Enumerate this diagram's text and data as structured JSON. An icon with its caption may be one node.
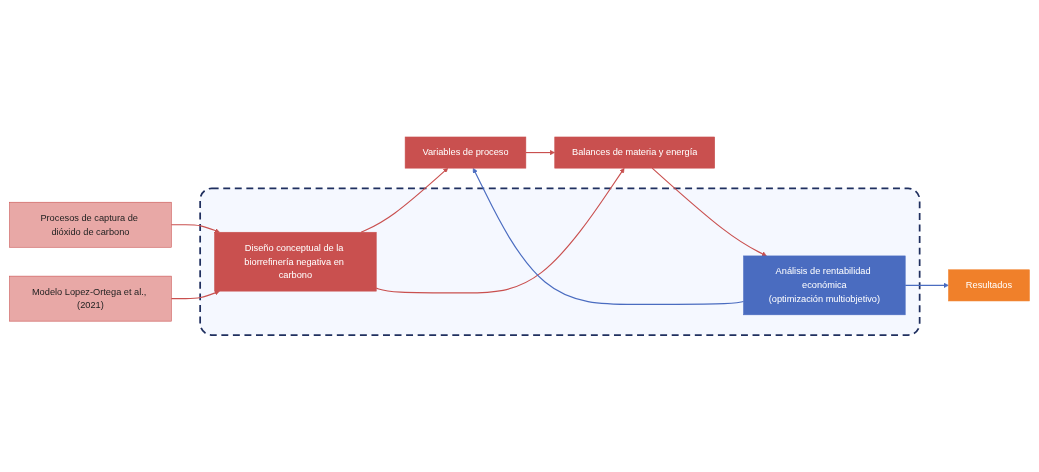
{
  "diagram": {
    "nodes": [
      {
        "text": [
          "Procesos de captura de dióxido de carbono"
        ]
      },
      {
        "text": [
          "Modelo Lopez-Ortega et al., (2021)"
        ]
      },
      {
        "text": [],
        "shape": "box"
      },
      {
        "text": [
          "Diseño conceptual de la biorrefinería negativa en carbono"
        ],
        "in": 2
      },
      {
        "text": [
          "Análisis de rentabilidad económica",
          "(optimización multiobjetivo)"
        ],
        "in": 2
      },
      {
        "text": [
          "Resultados"
        ]
      },
      {
        "text": [
          "Variables de proceso"
        ]
      },
      {
        "text": [
          "Balances de materia y energía"
        ]
      }
    ],
    "edges": [
      {
        "from": 0,
        "to": 3,
        "arrow": "to"
      },
      {
        "from": 1,
        "to": 3,
        "arrow": "to"
      },
      {
        "from": 3,
        "to": 6,
        "arrow": "to"
      },
      {
        "from": 3,
        "to": 7,
        "arrow": "to"
      },
      {
        "from": 6,
        "to": 7,
        "arrow": "to"
      },
      {
        "from": 7,
        "to": 4,
        "arrow": "to"
      },
      {
        "from": 4,
        "to": 5,
        "arrow": "to",
        "color": "#4a6cc0"
      },
      {
        "from": 4,
        "to": 6,
        "arrow": "to",
        "color": "#4a6cc0"
      }
    ]
  }
}
